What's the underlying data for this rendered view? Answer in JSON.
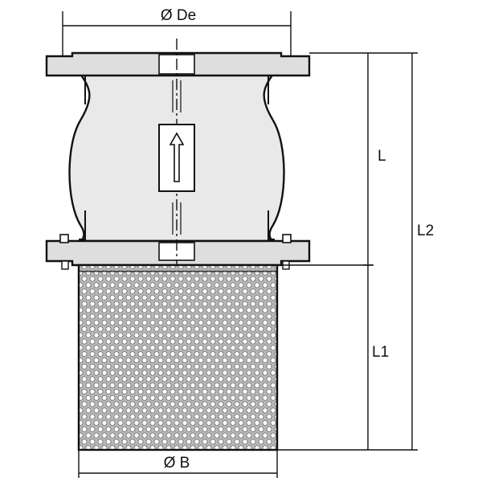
{
  "labels": {
    "top_diameter": "Ø De",
    "bottom_diameter": "Ø B",
    "length_body": "L",
    "length_strainer": "L1",
    "length_total": "L2"
  },
  "colors": {
    "line": "#111111",
    "body_fill": "#e9e9e9",
    "flange_fill": "#dedede",
    "strainer_fill": "#b8b8b8",
    "hole_fill": "#ffffff",
    "background": "#ffffff"
  }
}
